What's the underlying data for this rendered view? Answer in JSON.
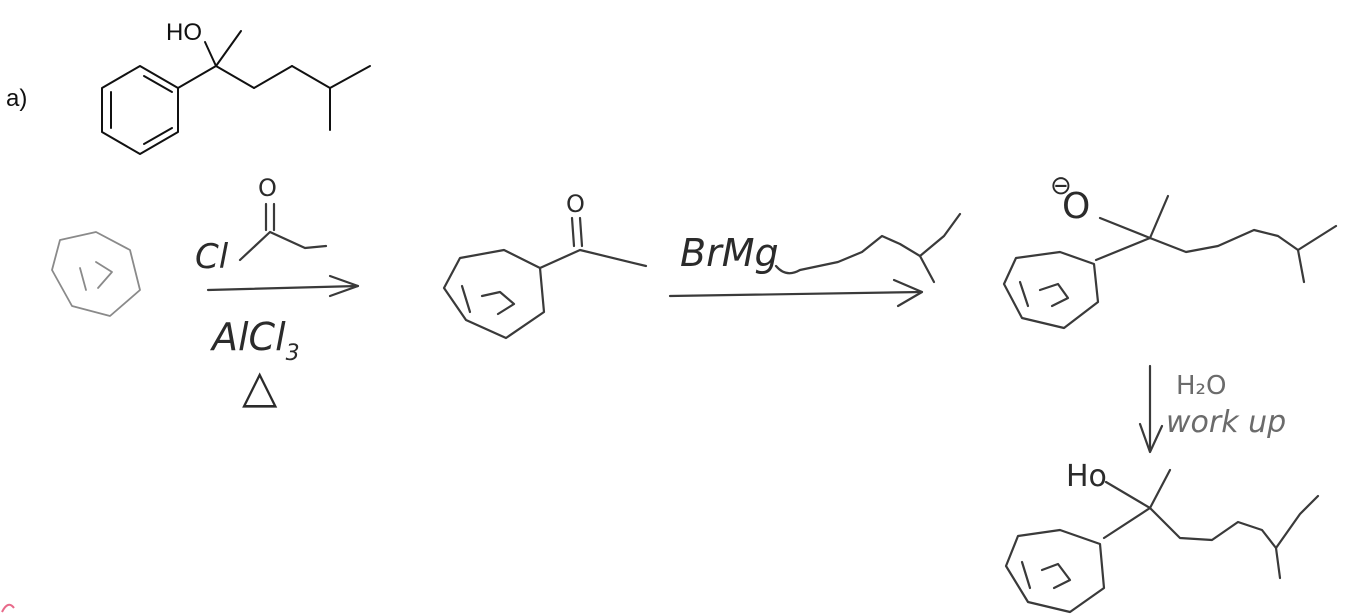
{
  "problem": {
    "label": "a)",
    "target_molecule": {
      "hydroxyl_label": "HO"
    }
  },
  "step1": {
    "reagent_top_label": "Cl",
    "carbonyl_o_label": "O",
    "reagent_bottom_label": "AlCl",
    "reagent_bottom_subscript": "3",
    "heat_symbol": "△"
  },
  "intermediate1": {
    "carbonyl_o_label": "O"
  },
  "step2": {
    "reagent_label": "BrMg"
  },
  "intermediate2": {
    "charge_label": "⊖",
    "oxygen_label": "O"
  },
  "step3": {
    "reagent_line1": "H₂O",
    "reagent_line2": "work up"
  },
  "product": {
    "hydroxyl_label": "Ho"
  },
  "colors": {
    "ink": "#111111",
    "pencil": "#3a3a3a",
    "pencil_light": "#8a8a8a",
    "mark": "#e86a8a"
  }
}
